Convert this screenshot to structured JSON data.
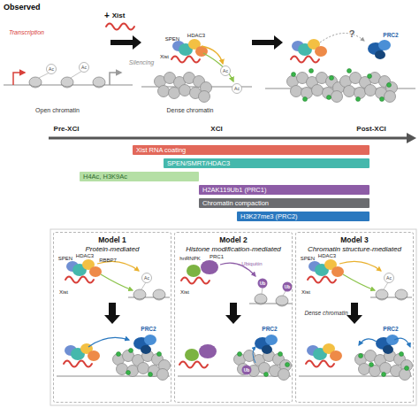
{
  "diagram": {
    "nodes": [
      {
        "text": [
          "Xist RNA coating"
        ]
      },
      {
        "text": [
          "SPEN/SMRT/HDAC3"
        ]
      },
      {
        "text": [
          "H4Ac, H3K9Ac"
        ]
      },
      {
        "text": [
          "H2AK119Ub1 (PRC1)"
        ]
      },
      {
        "text": [
          "Chromatin compaction"
        ]
      },
      {
        "text": [
          "H3K27me3 (PRC2)"
        ]
      },
      {
        "text": [
          "Model 1",
          "Protein-mediated"
        ]
      },
      {
        "text": [
          "Model 2",
          "Histone modification-mediated"
        ]
      },
      {
        "text": [
          "Model 3",
          "Chromatin structure-mediated"
        ]
      }
    ],
    "labels": [
      "Observed",
      "Transcription",
      "+",
      "Xist",
      "Open chromatin",
      "SPEN",
      "HDAC3",
      "Silencing",
      "Xist",
      "Dense chromatin",
      "Ac",
      "Ac",
      "Ac",
      "Ac",
      "?",
      "PRC2",
      "Pre-XCI",
      "XCI",
      "Post-XCI",
      "SPEN",
      "HDAC3",
      "RBBP7",
      "Xist",
      "PRC2",
      "Ac",
      "hnRNPK",
      "PRC1",
      "Ubiquitin",
      "Xist",
      "Ub",
      "Ub",
      "Ub",
      "PRC2",
      "SPEN",
      "HDAC3",
      "Xist",
      "Ac",
      "Dense chromatin",
      "PRC2"
    ]
  }
}
